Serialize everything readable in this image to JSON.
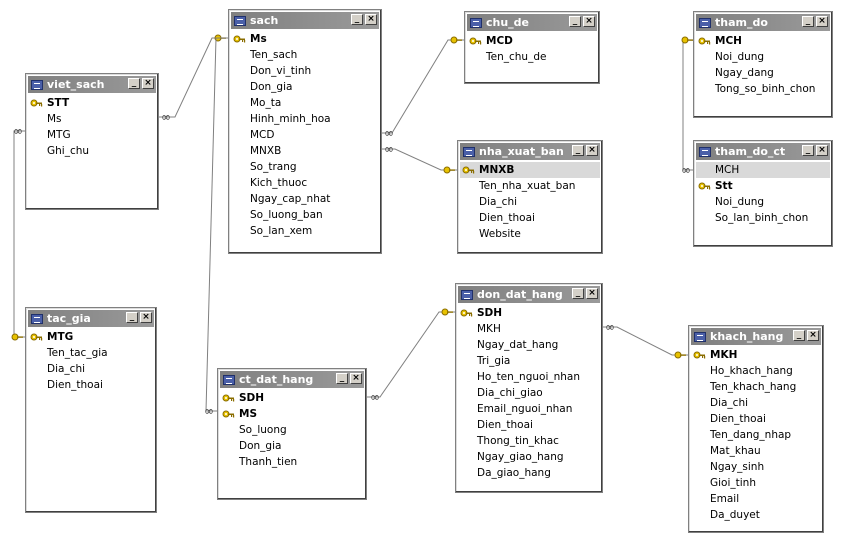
{
  "diagram": {
    "tables": [
      {
        "id": "viet_sach",
        "title": "viet_sach",
        "fields": [
          {
            "name": "STT",
            "pk": true
          },
          {
            "name": "Ms"
          },
          {
            "name": "MTG"
          },
          {
            "name": "Ghi_chu"
          }
        ]
      },
      {
        "id": "sach",
        "title": "sach",
        "fields": [
          {
            "name": "Ms",
            "pk": true
          },
          {
            "name": "Ten_sach"
          },
          {
            "name": "Don_vi_tinh"
          },
          {
            "name": "Don_gia"
          },
          {
            "name": "Mo_ta"
          },
          {
            "name": "Hinh_minh_hoa"
          },
          {
            "name": "MCD"
          },
          {
            "name": "MNXB"
          },
          {
            "name": "So_trang"
          },
          {
            "name": "Kich_thuoc"
          },
          {
            "name": "Ngay_cap_nhat"
          },
          {
            "name": "So_luong_ban"
          },
          {
            "name": "So_lan_xem"
          }
        ]
      },
      {
        "id": "chu_de",
        "title": "chu_de",
        "fields": [
          {
            "name": "MCD",
            "pk": true
          },
          {
            "name": "Ten_chu_de"
          }
        ]
      },
      {
        "id": "nha_xuat_ban",
        "title": "nha_xuat_ban",
        "fields": [
          {
            "name": "MNXB",
            "pk": true,
            "selected": true
          },
          {
            "name": "Ten_nha_xuat_ban"
          },
          {
            "name": "Dia_chi"
          },
          {
            "name": "Dien_thoai"
          },
          {
            "name": "Website"
          }
        ]
      },
      {
        "id": "tham_do",
        "title": "tham_do",
        "fields": [
          {
            "name": "MCH",
            "pk": true
          },
          {
            "name": "Noi_dung"
          },
          {
            "name": "Ngay_dang"
          },
          {
            "name": "Tong_so_binh_chon"
          }
        ]
      },
      {
        "id": "tham_do_ct",
        "title": "tham_do_ct",
        "fields": [
          {
            "name": "MCH",
            "selected": true
          },
          {
            "name": "Stt",
            "pk": true
          },
          {
            "name": "Noi_dung"
          },
          {
            "name": "So_lan_binh_chon"
          }
        ]
      },
      {
        "id": "tac_gia",
        "title": "tac_gia",
        "fields": [
          {
            "name": "MTG",
            "pk": true
          },
          {
            "name": "Ten_tac_gia"
          },
          {
            "name": "Dia_chi"
          },
          {
            "name": "Dien_thoai"
          }
        ]
      },
      {
        "id": "ct_dat_hang",
        "title": "ct_dat_hang",
        "fields": [
          {
            "name": "SDH",
            "pk": true
          },
          {
            "name": "MS",
            "pk": true
          },
          {
            "name": "So_luong"
          },
          {
            "name": "Don_gia"
          },
          {
            "name": "Thanh_tien"
          }
        ]
      },
      {
        "id": "don_dat_hang",
        "title": "don_dat_hang",
        "fields": [
          {
            "name": "SDH",
            "pk": true
          },
          {
            "name": "MKH"
          },
          {
            "name": "Ngay_dat_hang"
          },
          {
            "name": "Tri_gia"
          },
          {
            "name": "Ho_ten_nguoi_nhan"
          },
          {
            "name": "Dia_chi_giao"
          },
          {
            "name": "Email_nguoi_nhan"
          },
          {
            "name": "Dien_thoai"
          },
          {
            "name": "Thong_tin_khac"
          },
          {
            "name": "Ngay_giao_hang"
          },
          {
            "name": "Da_giao_hang"
          }
        ]
      },
      {
        "id": "khach_hang",
        "title": "khach_hang",
        "fields": [
          {
            "name": "MKH",
            "pk": true
          },
          {
            "name": "Ho_khach_hang"
          },
          {
            "name": "Ten_khach_hang"
          },
          {
            "name": "Dia_chi"
          },
          {
            "name": "Dien_thoai"
          },
          {
            "name": "Ten_dang_nhap"
          },
          {
            "name": "Mat_khau"
          },
          {
            "name": "Ngay_sinh"
          },
          {
            "name": "Gioi_tinh"
          },
          {
            "name": "Email"
          },
          {
            "name": "Da_duyet"
          }
        ]
      }
    ],
    "relationships": [
      {
        "from": "viet_sach",
        "to": "sach",
        "from_end": "many",
        "to_end": "one"
      },
      {
        "from": "viet_sach",
        "to": "tac_gia",
        "from_end": "many",
        "to_end": "one"
      },
      {
        "from": "sach",
        "to": "chu_de",
        "from_end": "many",
        "to_end": "one"
      },
      {
        "from": "sach",
        "to": "nha_xuat_ban",
        "from_end": "many",
        "to_end": "one"
      },
      {
        "from": "ct_dat_hang",
        "to": "sach",
        "from_end": "many",
        "to_end": "one"
      },
      {
        "from": "ct_dat_hang",
        "to": "don_dat_hang",
        "from_end": "many",
        "to_end": "one"
      },
      {
        "from": "don_dat_hang",
        "to": "khach_hang",
        "from_end": "many",
        "to_end": "one"
      },
      {
        "from": "tham_do_ct",
        "to": "tham_do",
        "from_end": "many",
        "to_end": "one"
      }
    ],
    "colors": {
      "titlebar": "#808080",
      "key": "#c8a000",
      "line": "#808080",
      "selected_row": "#d9d9d9"
    }
  }
}
